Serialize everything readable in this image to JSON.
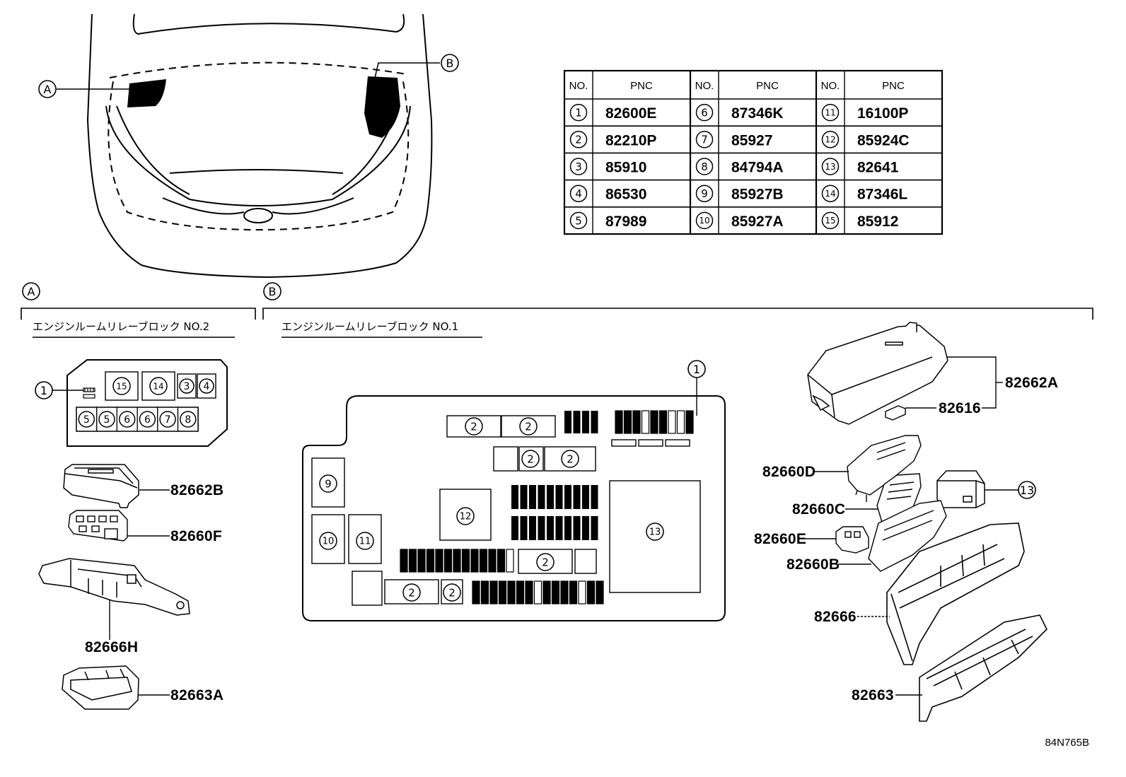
{
  "pnc_table": {
    "headers": {
      "no": "NO.",
      "pnc": "PNC"
    },
    "rows": [
      [
        {
          "no": "1",
          "pnc": "82600E"
        },
        {
          "no": "6",
          "pnc": "87346K"
        },
        {
          "no": "11",
          "pnc": "16100P"
        }
      ],
      [
        {
          "no": "2",
          "pnc": "82210P"
        },
        {
          "no": "7",
          "pnc": "85927"
        },
        {
          "no": "12",
          "pnc": "85924C"
        }
      ],
      [
        {
          "no": "3",
          "pnc": "85910"
        },
        {
          "no": "8",
          "pnc": "84794A"
        },
        {
          "no": "13",
          "pnc": "82641"
        }
      ],
      [
        {
          "no": "4",
          "pnc": "86530"
        },
        {
          "no": "9",
          "pnc": "85927B"
        },
        {
          "no": "14",
          "pnc": "87346L"
        }
      ],
      [
        {
          "no": "5",
          "pnc": "87989"
        },
        {
          "no": "10",
          "pnc": "85927A"
        },
        {
          "no": "15",
          "pnc": "85912"
        }
      ]
    ]
  },
  "overview": {
    "marker_a": "A",
    "marker_b": "B"
  },
  "section_a": {
    "marker": "A",
    "title": "エンジンルームリレーブロック NO.2",
    "callout": "1",
    "fuse_top": [
      "15",
      "14",
      "3",
      "4"
    ],
    "fuse_bottom": [
      "5",
      "5",
      "6",
      "6",
      "7",
      "8"
    ],
    "parts": [
      "82662B",
      "82660F",
      "82666H",
      "82663A"
    ]
  },
  "section_b": {
    "marker": "B",
    "title": "エンジンルームリレーブロック NO.1",
    "callout": "1",
    "block_labels": [
      "2",
      "2",
      "2",
      "2",
      "9",
      "12",
      "13",
      "10",
      "11",
      "2",
      "2",
      "2"
    ],
    "parts": [
      "82662A",
      "82616",
      "82660D",
      "82660C",
      "82660E",
      "82660B",
      "82666",
      "82663"
    ],
    "relay_callout": "13"
  },
  "figure_id": "84N765B"
}
